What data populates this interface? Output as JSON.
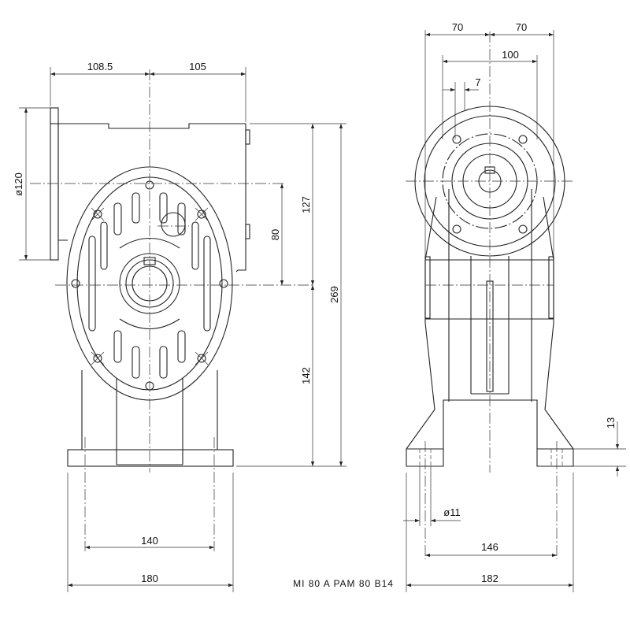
{
  "dimensions": {
    "front_left_offset": "108.5",
    "front_right_offset": "105",
    "flange_diameter": "ø120",
    "shaft_offset": "80",
    "height_upper": "127",
    "height_lower": "142",
    "total_height": "269",
    "foot_hole_spacing": "140",
    "base_width": "180",
    "side_half_left": "70",
    "side_half_right": "70",
    "side_bolt_circle": "100",
    "side_key_offset": "7",
    "foot_thickness": "13",
    "foot_hole_diameter": "ø11",
    "side_hole_spacing": "146",
    "side_base_width": "182"
  },
  "model_label": "MI 80 A PAM 80 B14"
}
